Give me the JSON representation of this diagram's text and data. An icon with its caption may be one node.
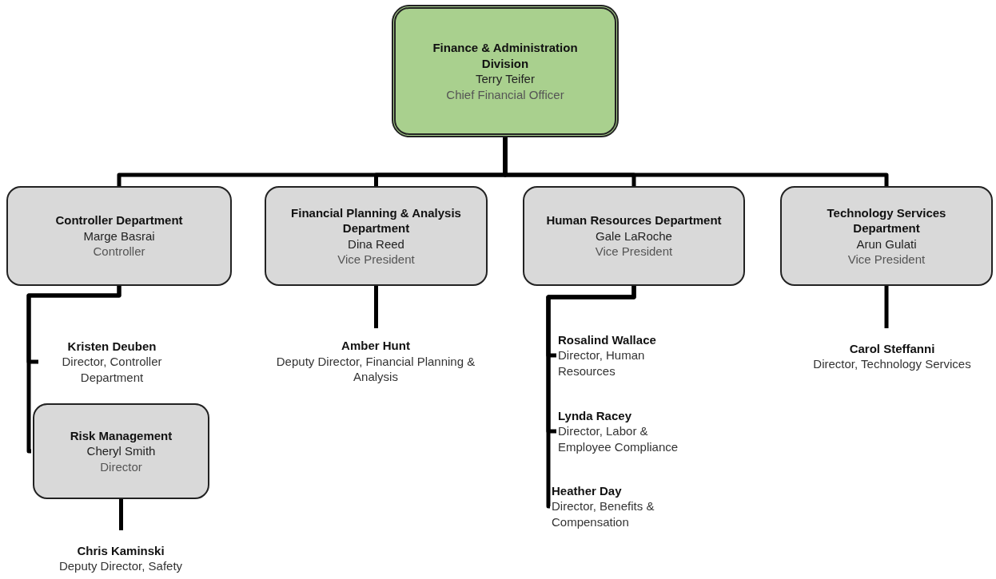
{
  "diagram": {
    "nodes": [
      {
        "text": [
          "Finance & Administration Division",
          "Terry Teifer",
          "Chief Financial Officer"
        ]
      },
      {
        "text": [
          "Controller Department",
          "Marge Basrai",
          "Controller"
        ]
      },
      {
        "text": [
          "Financial Planning & Analysis Department",
          "Dina Reed",
          "Vice President"
        ]
      },
      {
        "text": [
          "Human Resources Department",
          "Gale LaRoche",
          "Vice President"
        ]
      },
      {
        "text": [
          "Technology Services Department",
          "Arun Gulati",
          "Vice President"
        ]
      },
      {
        "text": [
          "Kristen Deuben",
          "Director, Controller Department"
        ]
      },
      {
        "text": [
          "Risk Management",
          "Cheryl Smith",
          "Director"
        ]
      },
      {
        "text": [
          "Chris Kaminski",
          "Deputy Director, Safety"
        ]
      },
      {
        "text": [
          "Amber Hunt",
          "Deputy Director, Financial Planning & Analysis"
        ]
      },
      {
        "text": [
          "Rosalind Wallace",
          "Director, Human Resources"
        ]
      },
      {
        "text": [
          "Lynda Racey",
          "Director, Labor & Employee Compliance"
        ]
      },
      {
        "text": [
          "Heather Day",
          "Director, Benefits & Compensation"
        ]
      },
      {
        "text": [
          "Carol Steffanni",
          "Director, Technology Services"
        ]
      }
    ],
    "edges": [
      {
        "from": 0,
        "to": 1,
        "arrow": "none"
      },
      {
        "from": 0,
        "to": 2,
        "arrow": "none"
      },
      {
        "from": 0,
        "to": 3,
        "arrow": "none"
      },
      {
        "from": 0,
        "to": 4,
        "arrow": "none"
      },
      {
        "from": 1,
        "to": 5,
        "arrow": "none"
      },
      {
        "from": 1,
        "to": 6,
        "arrow": "none"
      },
      {
        "from": 6,
        "to": 7,
        "arrow": "none"
      },
      {
        "from": 2,
        "to": 8,
        "arrow": "none"
      },
      {
        "from": 3,
        "to": 9,
        "arrow": "none"
      },
      {
        "from": 3,
        "to": 10,
        "arrow": "none"
      },
      {
        "from": 3,
        "to": 11,
        "arrow": "none"
      },
      {
        "from": 4,
        "to": 12,
        "arrow": "none"
      }
    ]
  }
}
